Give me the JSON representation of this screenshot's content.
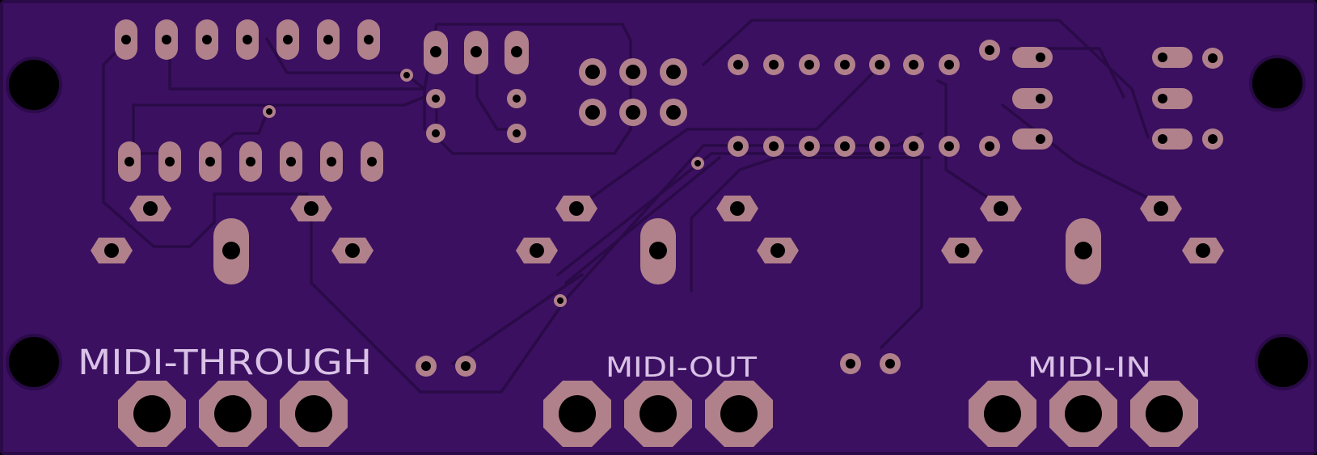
{
  "labels": {
    "midi_through": "MIDI-THROUGH",
    "midi_out": "MIDI-OUT",
    "midi_in": "MIDI-IN"
  },
  "colors": {
    "board": "#3b1061",
    "edge": "#2a0a48",
    "trace": "#2a0a47",
    "copper": "#b0818a",
    "drill": "#000000",
    "silkscreen": "#d9c2e6"
  }
}
